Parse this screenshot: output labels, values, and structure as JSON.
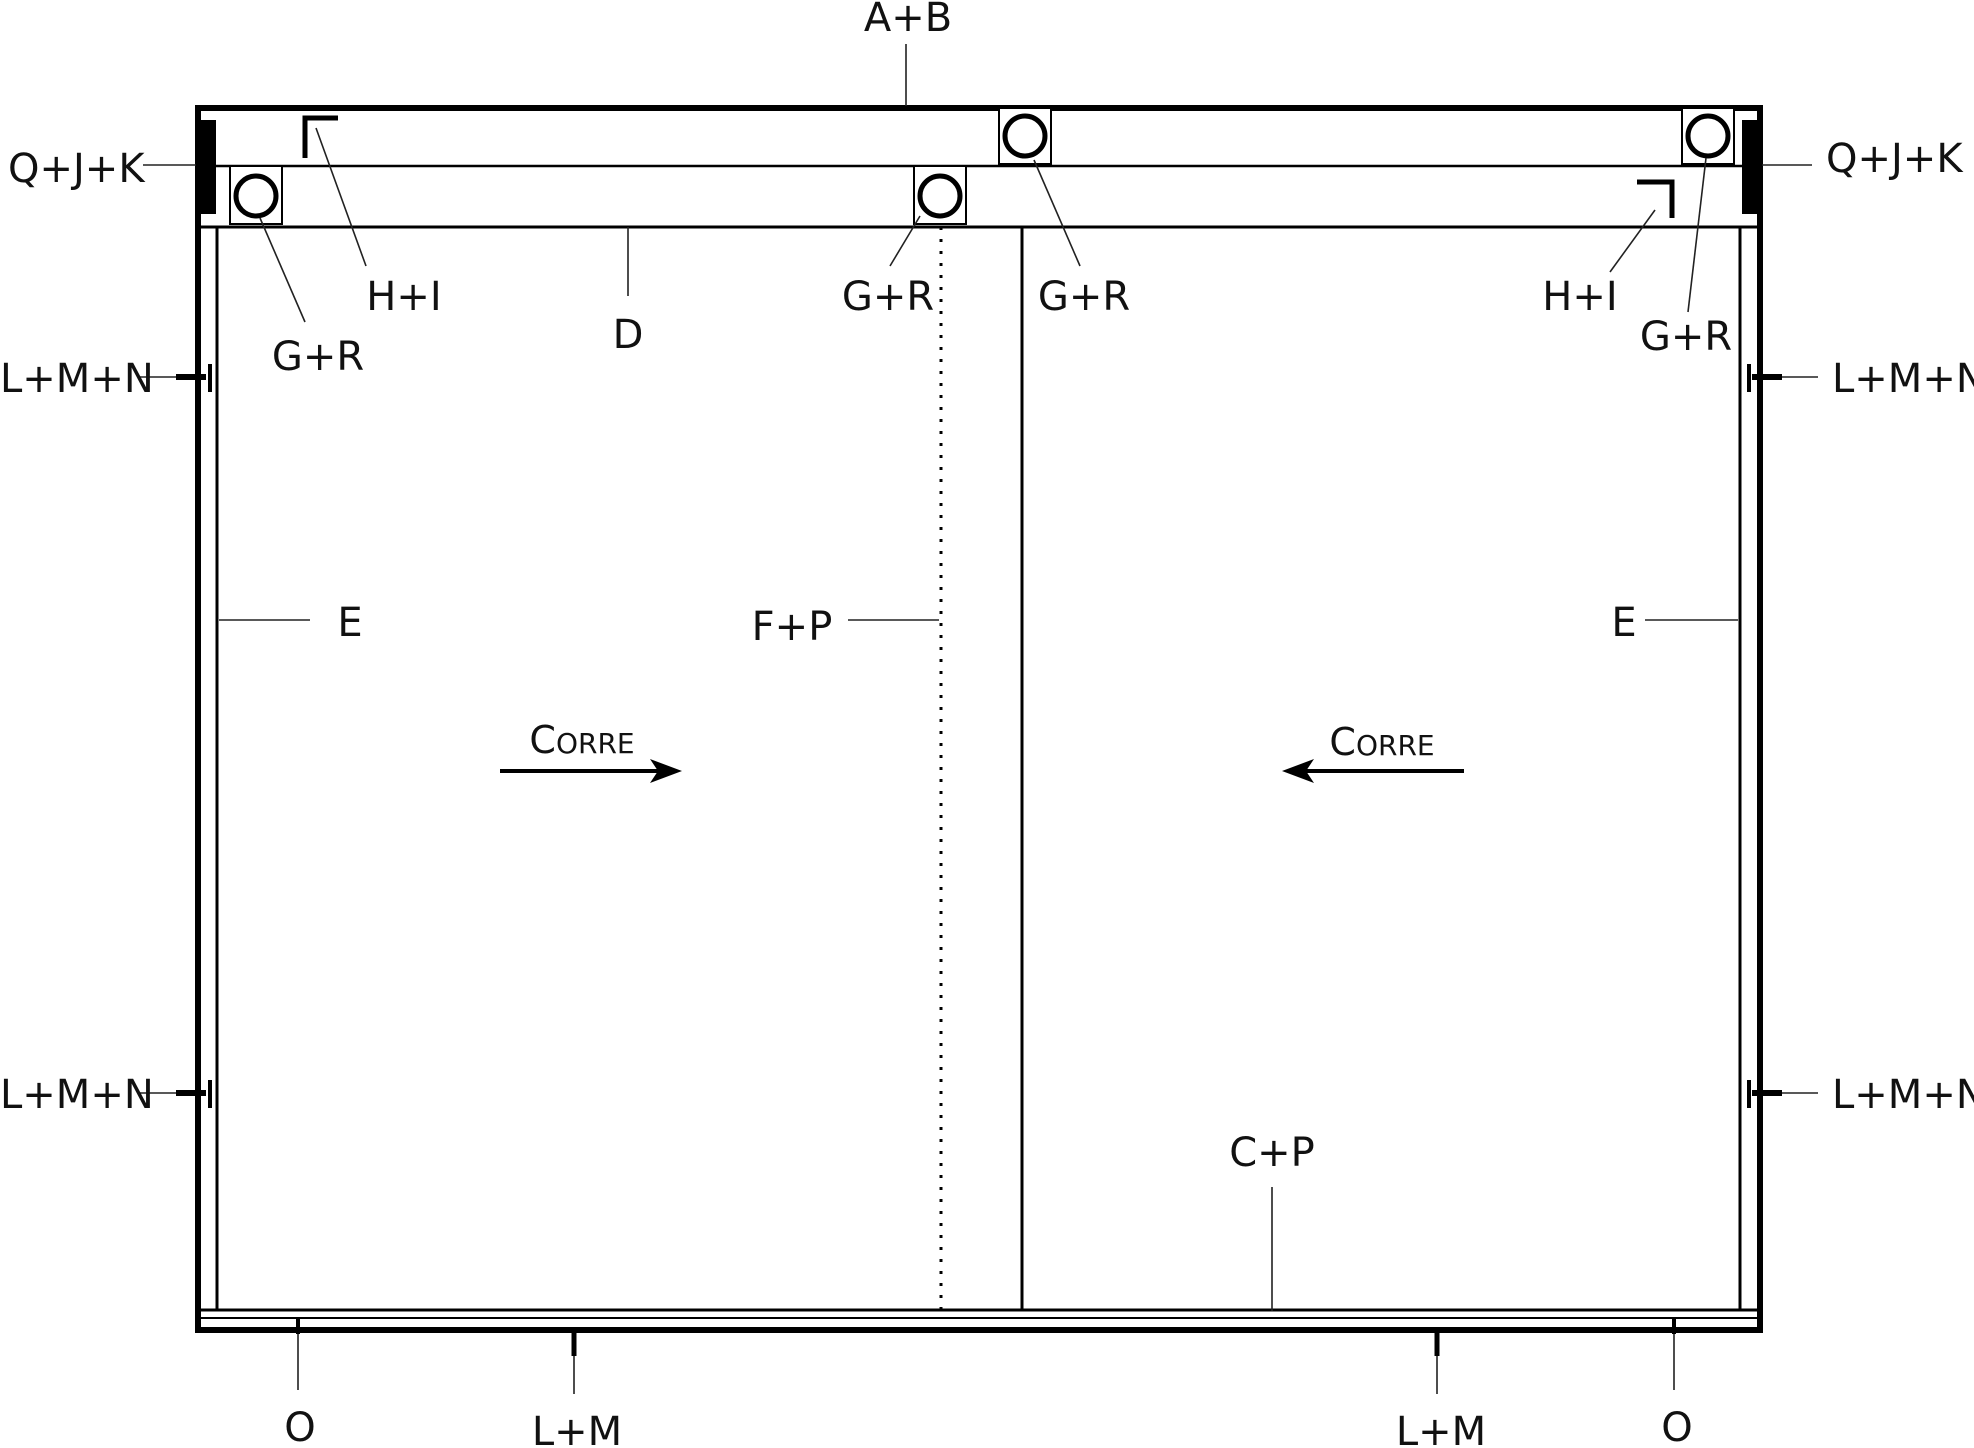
{
  "labels": {
    "top_rail": "A+B",
    "hanger_left": "Q+J+K",
    "hanger_right": "Q+J+K",
    "roller_1": "G+R",
    "roller_2": "G+R",
    "roller_3": "G+R",
    "roller_4": "G+R",
    "stop_left": "H+I",
    "stop_right": "H+I",
    "header_rail": "D",
    "guide_left_upper": "L+M+N",
    "guide_left_lower": "L+M+N",
    "guide_right_upper": "L+M+N",
    "guide_right_lower": "L+M+N",
    "side_left": "E",
    "side_right": "E",
    "meeting_profile": "F+P",
    "bottom_profile": "C+P",
    "bottom_o_left": "O",
    "bottom_o_right": "O",
    "bottom_lm_left": "L+M",
    "bottom_lm_right": "L+M"
  },
  "direction": {
    "left": {
      "word_initial": "C",
      "word_rest": "ORRE",
      "arrow": "right"
    },
    "right": {
      "word_initial": "C",
      "word_rest": "ORRE",
      "arrow": "left"
    }
  },
  "colors": {
    "line": "#000000",
    "background": "#ffffff"
  }
}
